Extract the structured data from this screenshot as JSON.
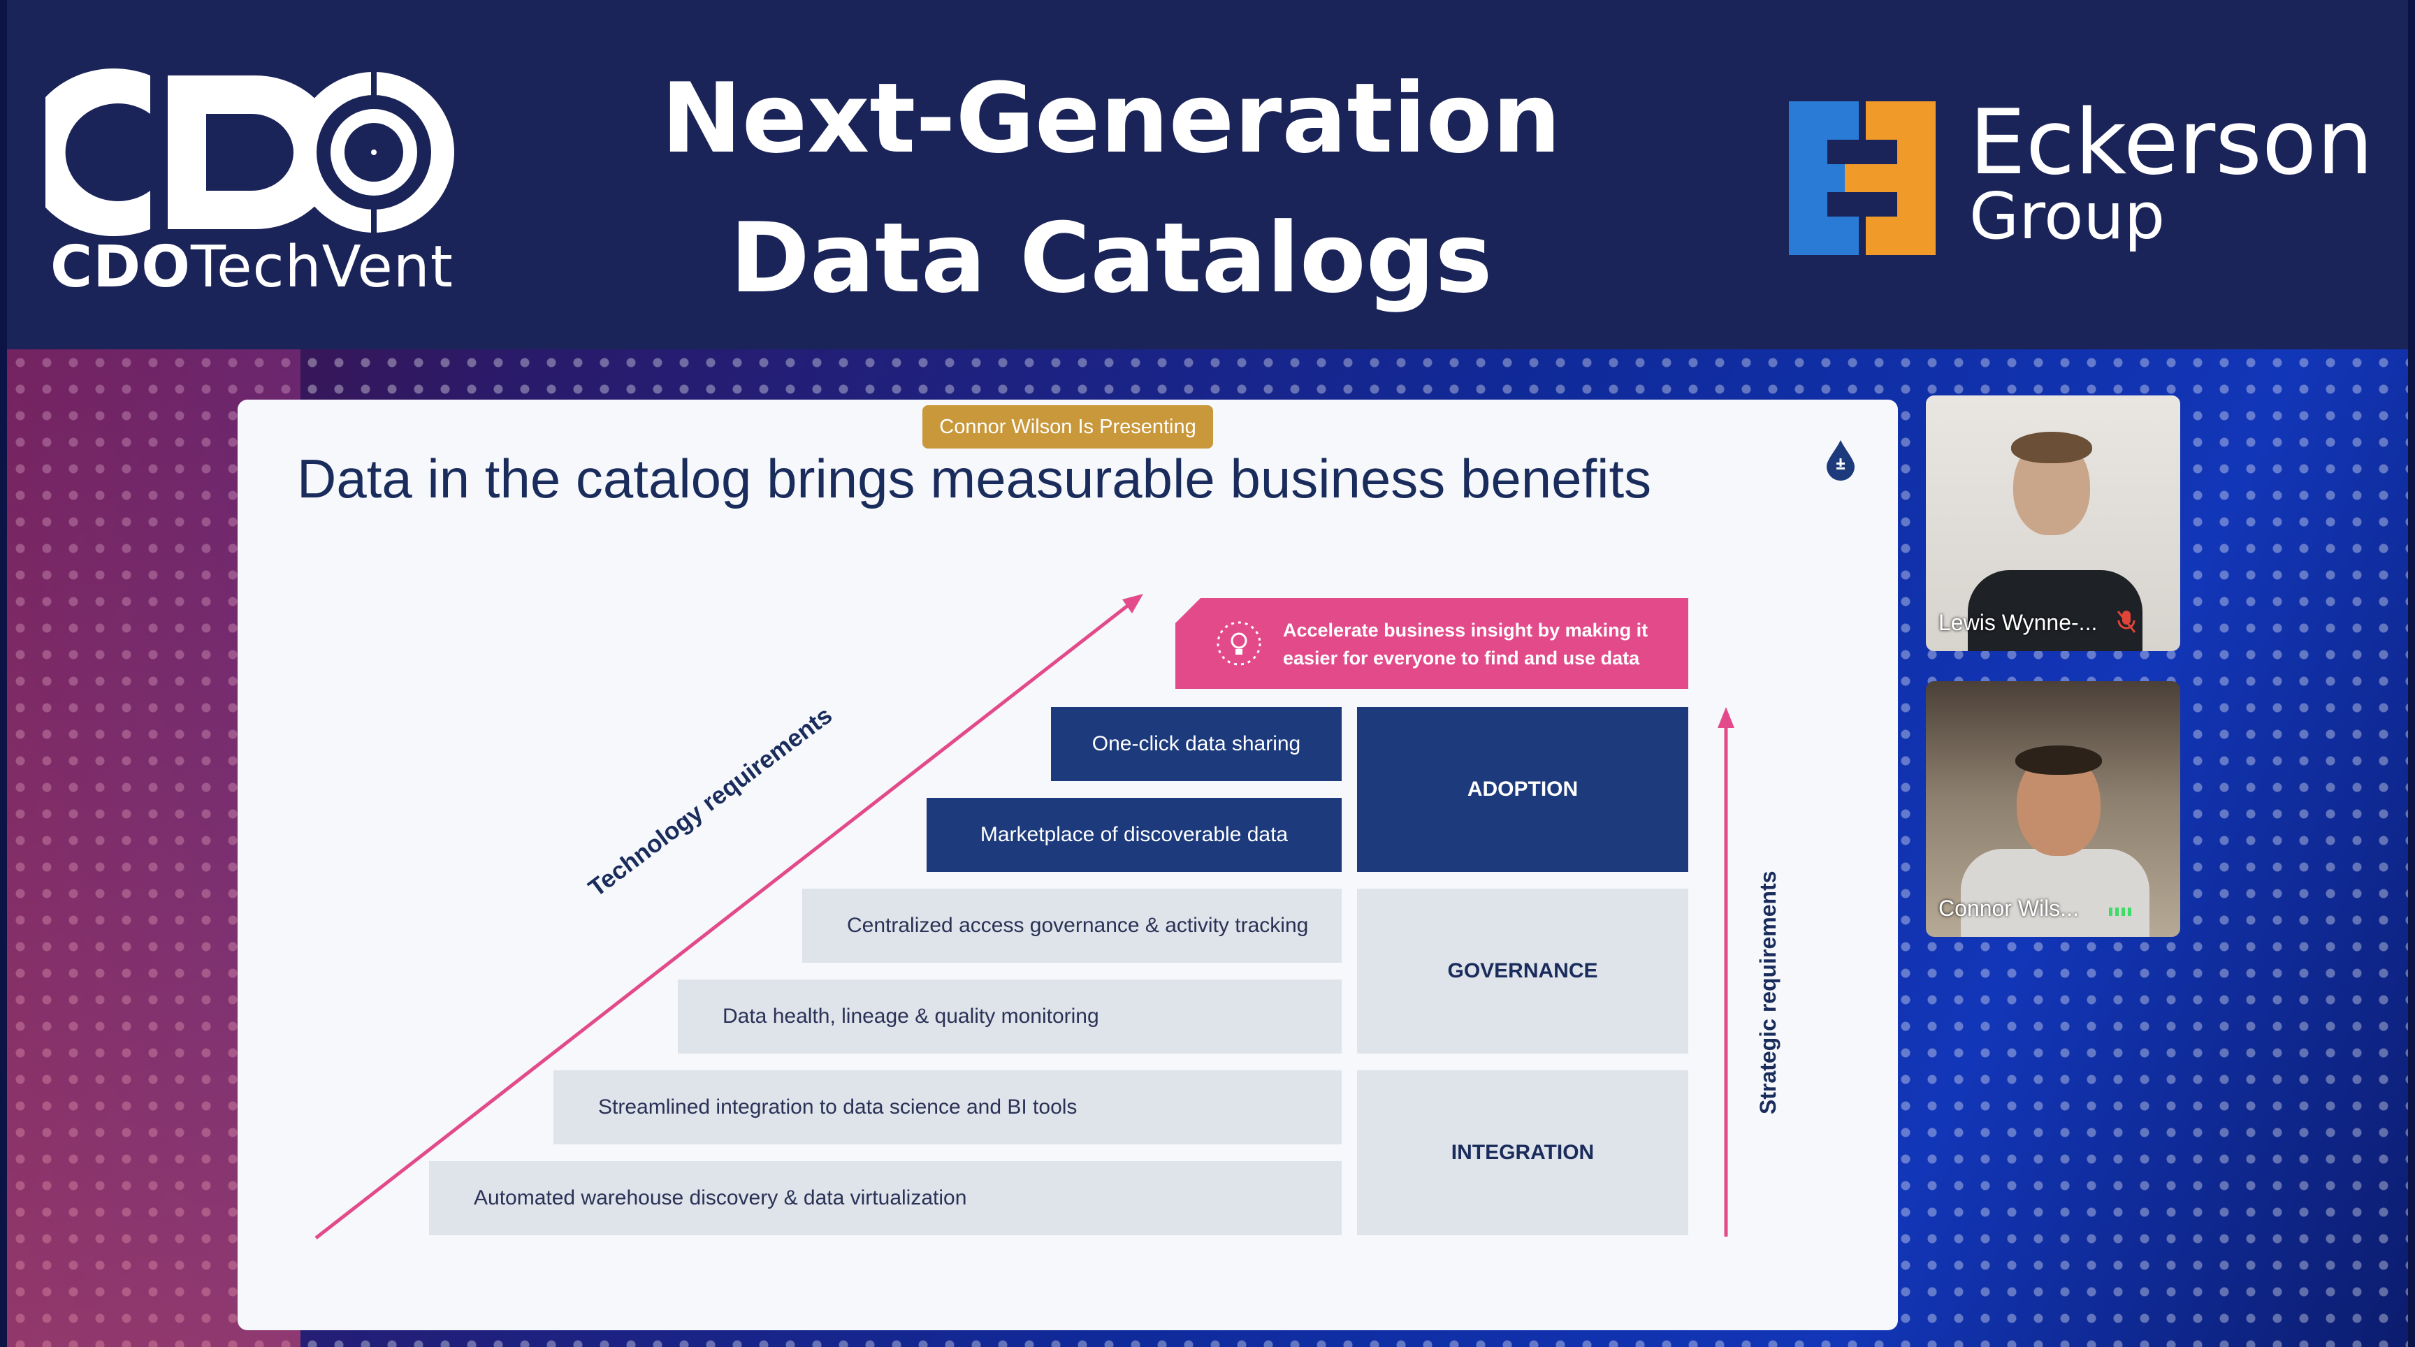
{
  "header": {
    "event_logo_initials": "CDO",
    "event_logo_sub_bold": "CDO",
    "event_logo_sub_rest": "TechVent",
    "title_line1": "Next-Generation",
    "title_line2": "Data Catalogs",
    "sponsor_name": "Eckerson",
    "sponsor_sub": "Group",
    "sponsor_colors": [
      "#2a7bd6",
      "#f09a2a"
    ]
  },
  "presenting_badge": "Connor Wilson Is Presenting",
  "slide": {
    "title": "Data in the catalog brings measurable business benefits",
    "insight": "Accelerate business insight by making it easier for everyone to find and use data",
    "steps": [
      "One-click data sharing",
      "Marketplace of discoverable data",
      "Centralized access governance & activity tracking",
      "Data health, lineage & quality monitoring",
      "Streamlined integration to data science and BI tools",
      "Automated warehouse discovery & data virtualization"
    ],
    "pillars": {
      "adoption": "ADOPTION",
      "governance": "GOVERNANCE",
      "integration": "INTEGRATION"
    },
    "tech_axis": "Technology requirements",
    "strategic_axis": "Strategic requirements",
    "accent_pink": "#e34a8a",
    "navy": "#1c3a7c"
  },
  "participants": [
    {
      "name": "Lewis Wynne-...",
      "status": "muted"
    },
    {
      "name": "Connor Wils...",
      "status": "speaking"
    }
  ]
}
